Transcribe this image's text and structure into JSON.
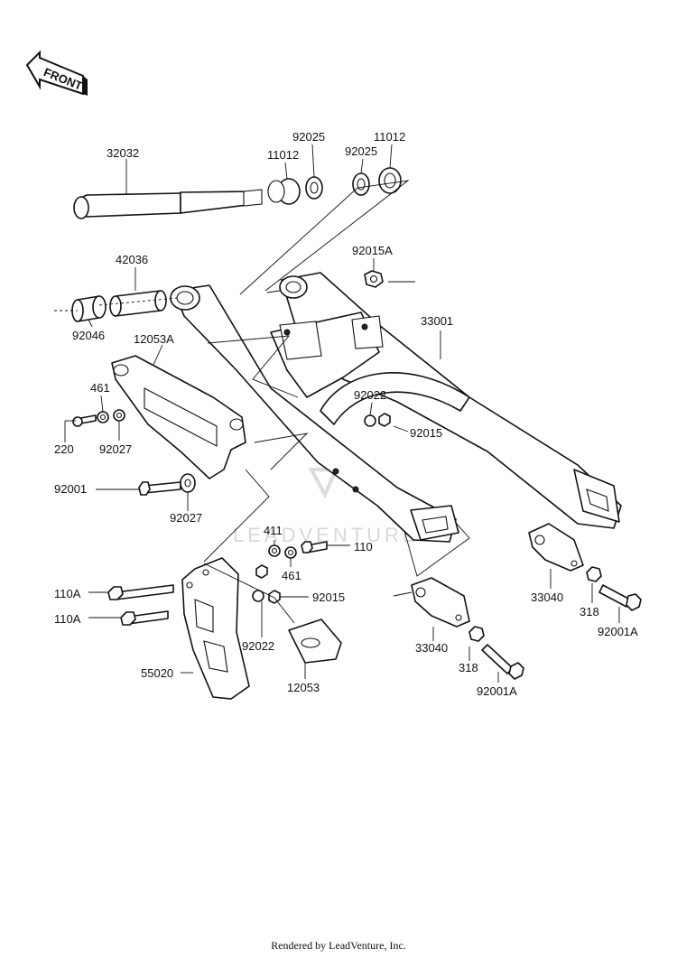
{
  "front_arrow": {
    "label": "FRONT"
  },
  "watermark": {
    "text": "LEADVENTURE"
  },
  "footer": {
    "text": "Rendered by LeadVenture, Inc."
  },
  "labels": [
    {
      "text": "32032"
    },
    {
      "text": "11012"
    },
    {
      "text": "92025"
    },
    {
      "text": "92025"
    },
    {
      "text": "11012"
    },
    {
      "text": "42036"
    },
    {
      "text": "92015A"
    },
    {
      "text": "92046"
    },
    {
      "text": "12053A"
    },
    {
      "text": "33001"
    },
    {
      "text": "461"
    },
    {
      "text": "92022"
    },
    {
      "text": "92015"
    },
    {
      "text": "220"
    },
    {
      "text": "92027"
    },
    {
      "text": "92001"
    },
    {
      "text": "92027"
    },
    {
      "text": "411"
    },
    {
      "text": "110"
    },
    {
      "text": "461"
    },
    {
      "text": "110A"
    },
    {
      "text": "92015"
    },
    {
      "text": "110A"
    },
    {
      "text": "92022"
    },
    {
      "text": "55020"
    },
    {
      "text": "12053"
    },
    {
      "text": "33040"
    },
    {
      "text": "318"
    },
    {
      "text": "92001A"
    },
    {
      "text": "33040"
    },
    {
      "text": "318"
    },
    {
      "text": "92001A"
    }
  ]
}
